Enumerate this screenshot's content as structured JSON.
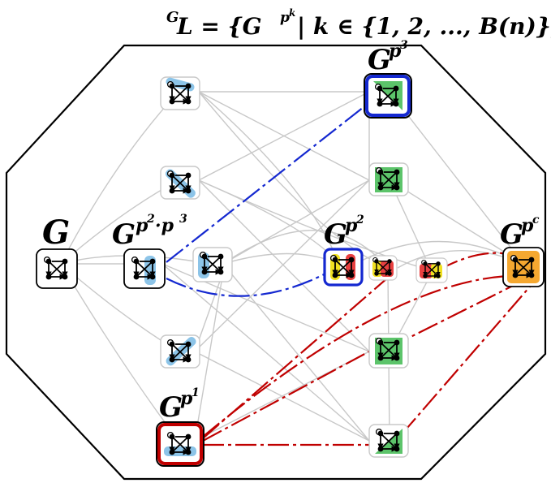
{
  "title": {
    "prefix": "G",
    "main": "L = {G",
    "exp": "p",
    "exp2": "k",
    "rest": " | k ∈ {1, 2, ..., B(n)}}"
  },
  "labels": {
    "G": "G",
    "Gp3_base": "G",
    "Gp3_exp": "p",
    "Gp3_exp2": "3",
    "Gp2p3_base": "G",
    "Gp2p3_exp": "p",
    "Gp2p3_a": "2",
    "Gp2p3_dot": "·p",
    "Gp2p3_b": "3",
    "Gp2_base": "G",
    "Gp2_exp": "p",
    "Gp2_exp2": "2",
    "Gpc_base": "G",
    "Gpc_exp": "p",
    "Gpc_exp2": "c",
    "Gp1_base": "G",
    "Gp1_exp": "p",
    "Gp1_exp2": "1"
  },
  "colors": {
    "blue_fill": "#8cc4e8",
    "green_fill": "#5cc46a",
    "orange_fill": "#f5a830",
    "yellow_fill": "#f0e020",
    "red_fill": "#e84040",
    "blue_edge": "#1428d0",
    "red_edge": "#c00000",
    "gray_edge": "#c8c8c8",
    "outline": "#000000"
  }
}
